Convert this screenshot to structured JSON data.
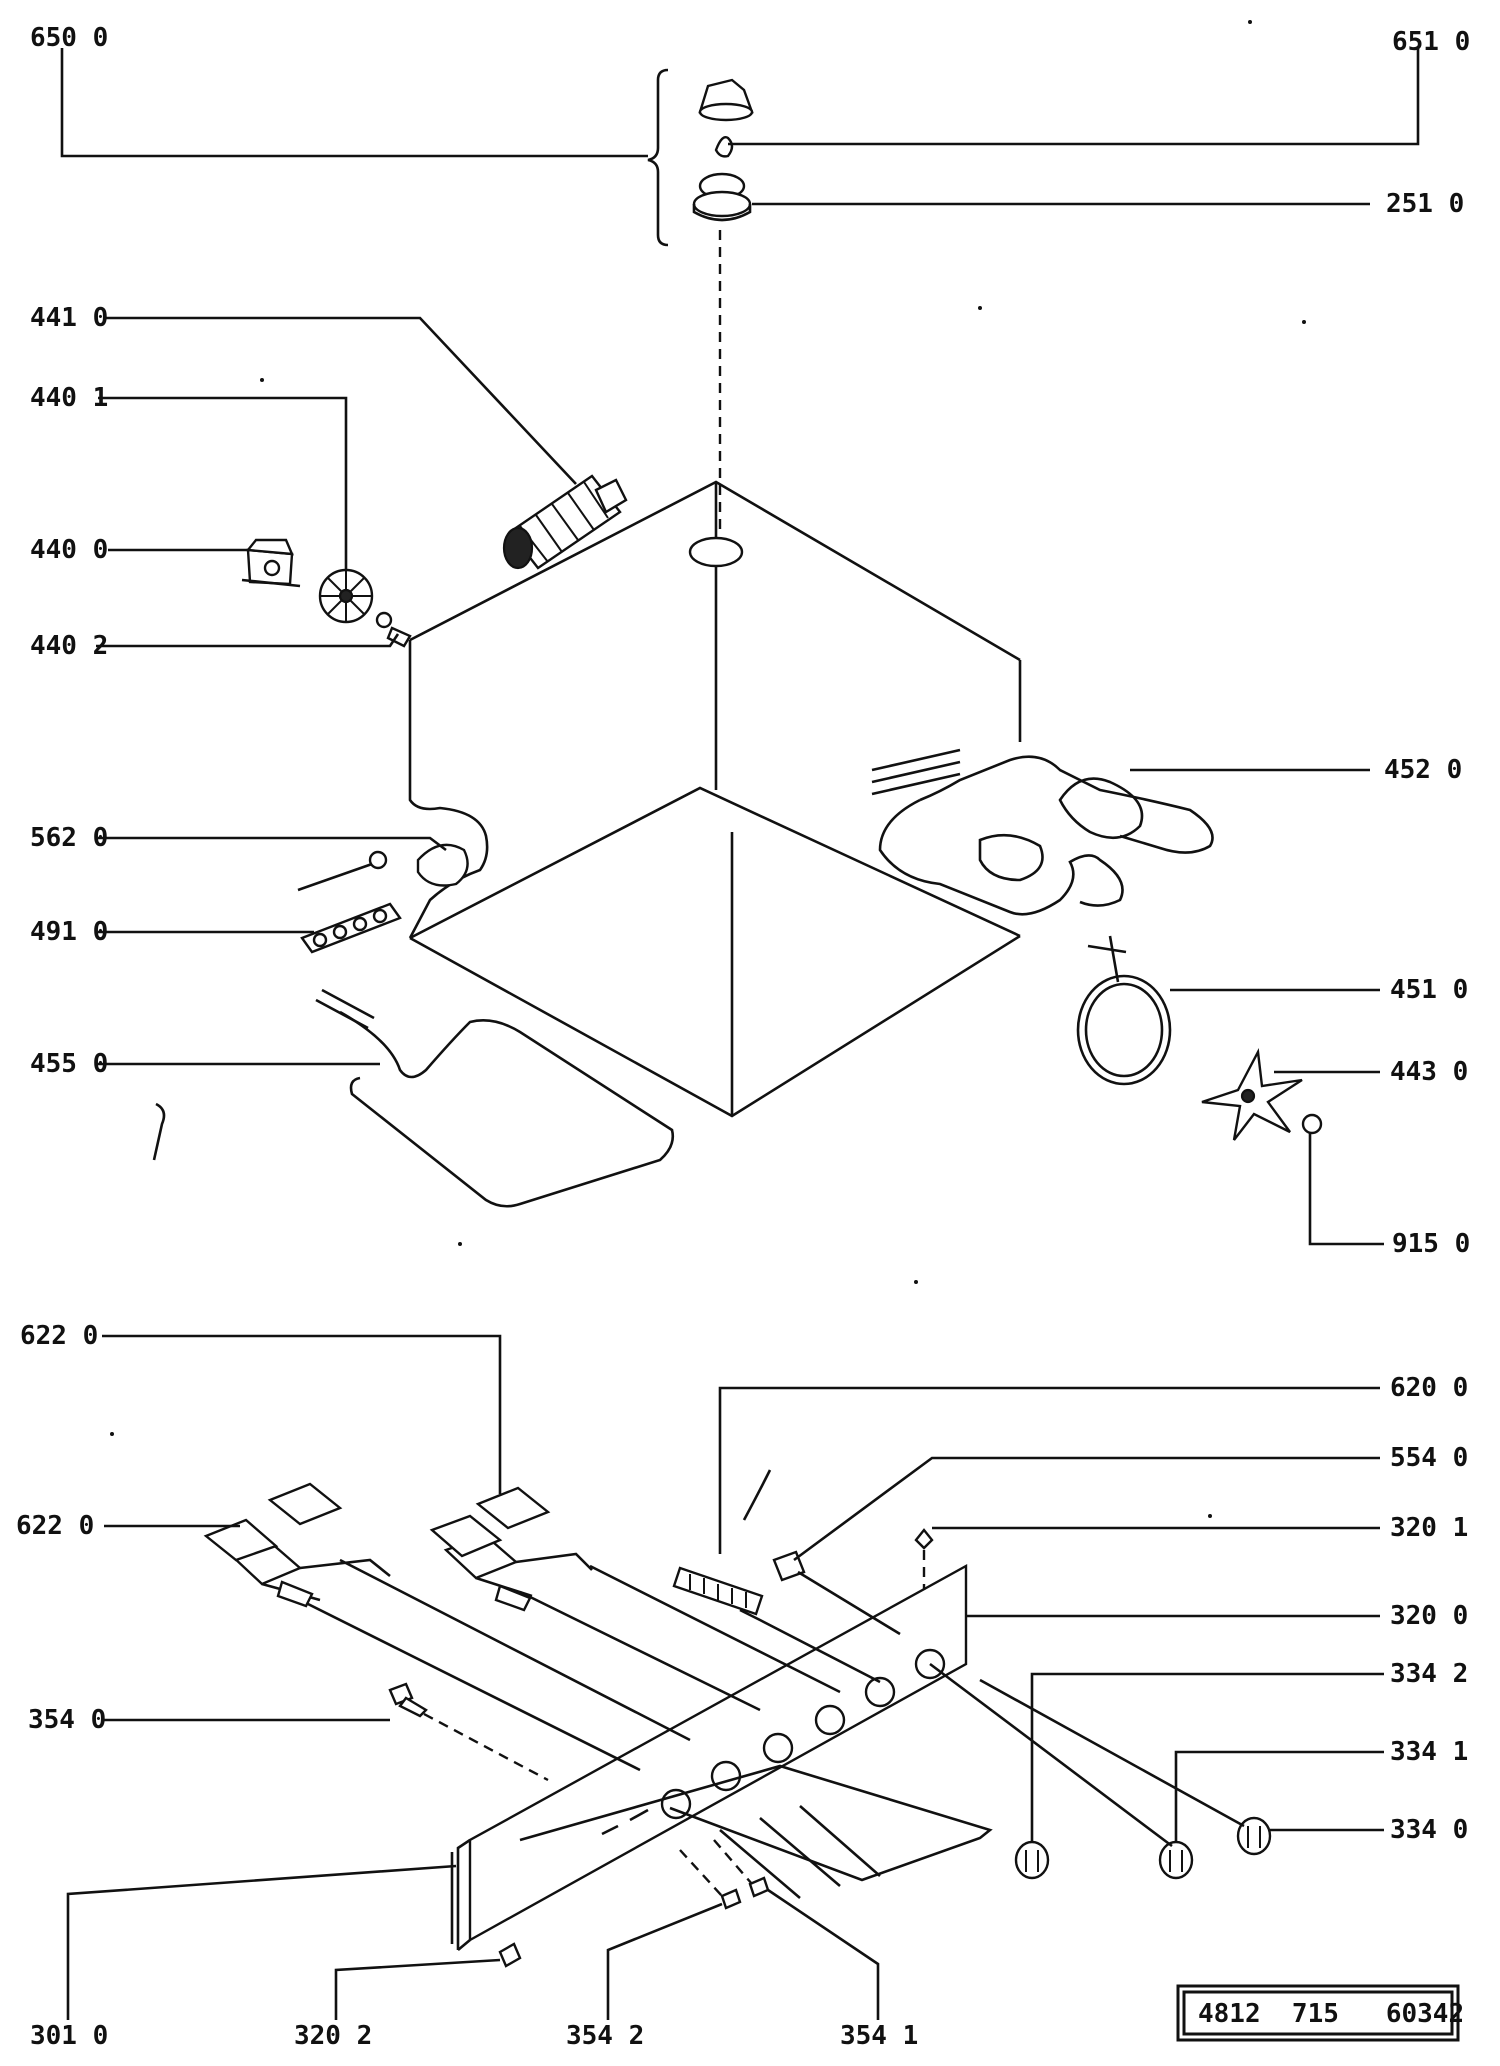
{
  "callouts": {
    "c650": "650 0",
    "c651": "651 0",
    "c251": "251 0",
    "c441": "441 0",
    "c4401": "440 1",
    "c4400": "440 0",
    "c4402": "440 2",
    "c452": "452 0",
    "c562": "562 0",
    "c491": "491 0",
    "c451": "451 0",
    "c455": "455 0",
    "c443": "443 0",
    "c915": "915 0",
    "c622a": "622 0",
    "c622b": "622 0",
    "c620": "620 0",
    "c554": "554 0",
    "c3201": "320 1",
    "c3200": "320 0",
    "c3342": "334 2",
    "c3341": "334 1",
    "c3340": "334 0",
    "c3540": "354 0",
    "c3010": "301 0",
    "c3202": "320 2",
    "c3542": "354 2",
    "c3541": "354 1"
  },
  "document_number": "4812  715   60342"
}
